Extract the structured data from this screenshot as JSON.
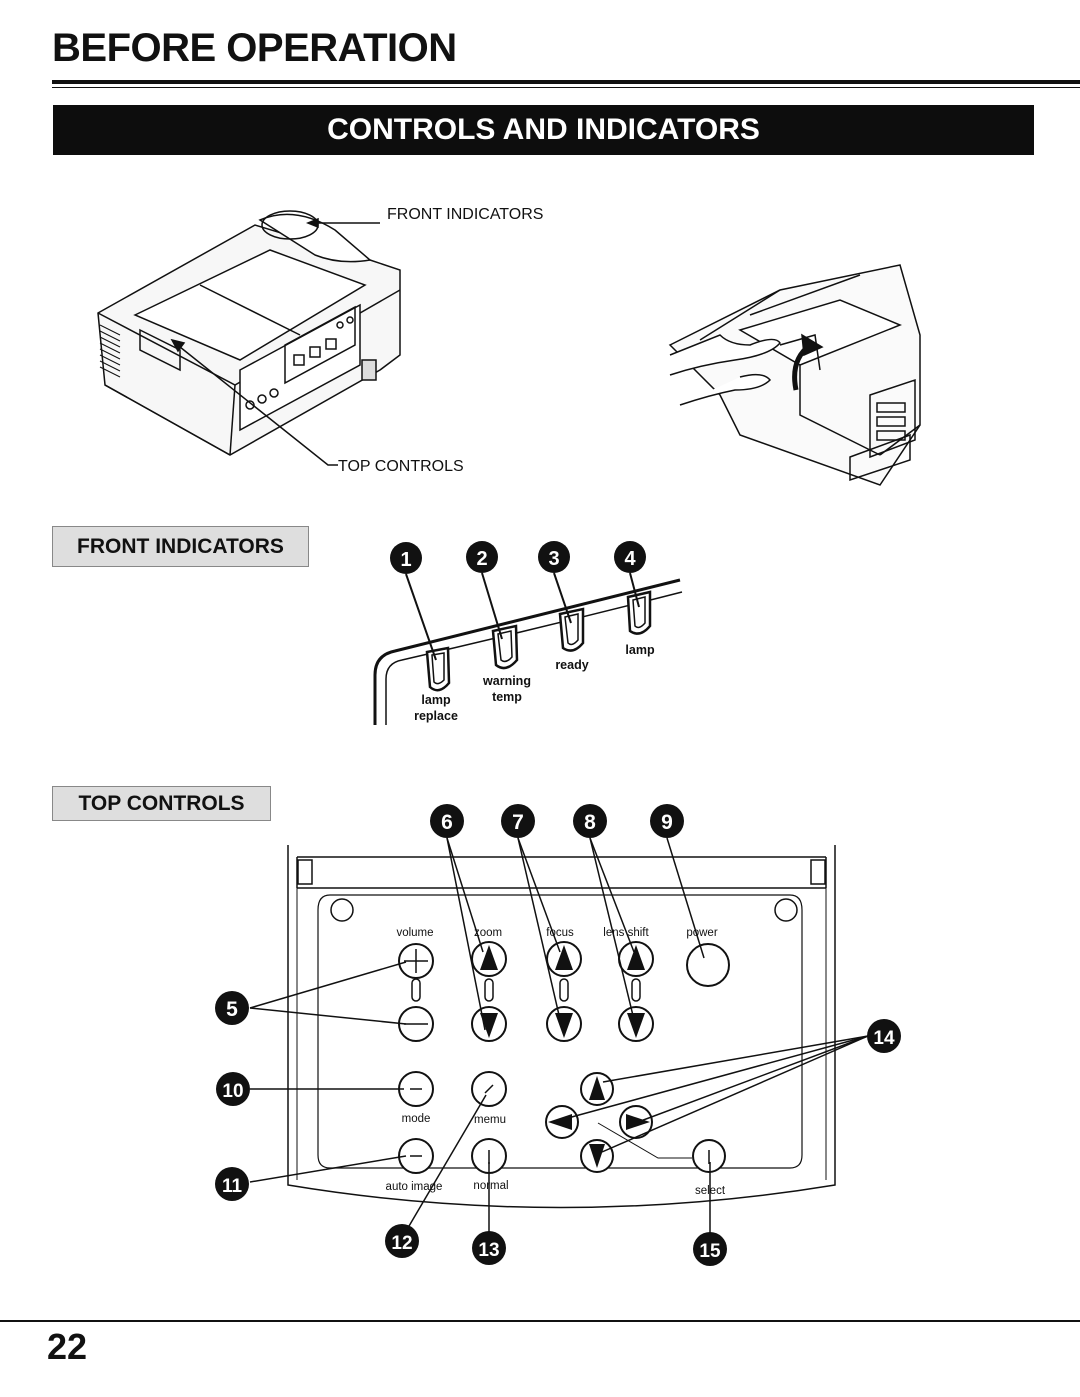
{
  "header": {
    "title": "BEFORE OPERATION"
  },
  "section": {
    "title": "CONTROLS AND  INDICATORS"
  },
  "overview": {
    "front_indicators_callout": "FRONT INDICATORS",
    "top_controls_callout": "TOP CONTROLS"
  },
  "front_indicators": {
    "heading": "FRONT INDICATORS",
    "numbers": [
      "1",
      "2",
      "3",
      "4"
    ],
    "labels": {
      "lamp_replace_1": "lamp",
      "lamp_replace_2": "replace",
      "warning_temp_1": "warning",
      "warning_temp_2": "temp",
      "ready": "ready",
      "lamp": "lamp"
    }
  },
  "top_controls": {
    "heading": "TOP CONTROLS",
    "numbers": [
      "5",
      "6",
      "7",
      "8",
      "9",
      "10",
      "11",
      "12",
      "13",
      "14",
      "15"
    ],
    "labels": {
      "volume": "volume",
      "zoom": "zoom",
      "focus": "focus",
      "lens_shift": "lens shift",
      "power": "power",
      "mode": "mode",
      "menu": "memu",
      "auto_image": "auto image",
      "normal": "normal",
      "select": "select"
    }
  },
  "footer": {
    "page_number": "22"
  }
}
